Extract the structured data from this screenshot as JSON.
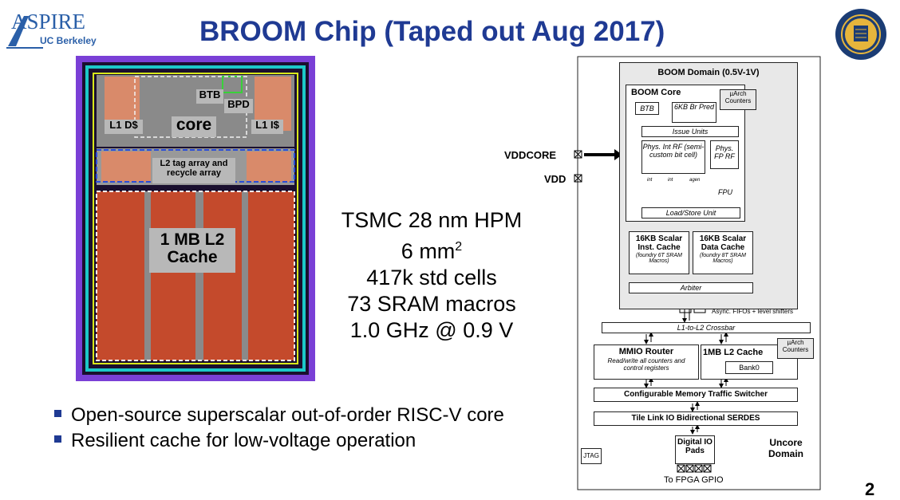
{
  "logo": {
    "name": "ASPIRE",
    "org": "UC Berkeley"
  },
  "title": "BROOM Chip (Taped out Aug 2017)",
  "die": {
    "labels": {
      "btb": "BTB",
      "bpd": "BPD",
      "l1d": "L1 D$",
      "core": "core",
      "l1i": "L1 I$",
      "l2tag": "L2 tag array and recycle array",
      "l2": "1 MB L2 Cache"
    }
  },
  "specs": {
    "process": "TSMC 28 nm HPM",
    "area_value": "6 mm",
    "area_exp": "2",
    "cells": "417k std cells",
    "sram": "73 SRAM macros",
    "freq": "1.0 GHz @ 0.9 V"
  },
  "bullets": [
    "Open-source superscalar out-of-order RISC-V core",
    "Resilient cache for low-voltage operation"
  ],
  "page_number": "2",
  "diagram": {
    "vddcore": "VDDCORE",
    "vdd": "VDD",
    "boom_domain": "BOOM Domain (0.5V-1V)",
    "boom_core": "BOOM Core",
    "uarch": "µArch Counters",
    "btb": "BTB",
    "br_pred": "6KB Br Pred",
    "issue": "Issue Units",
    "int_rf": "Phys. Int RF (semi-custom bit cell)",
    "fp_rf": "Phys. FP RF",
    "fu_int1": "int",
    "fu_int2": "int",
    "fu_agen": "agen",
    "fpu": "FPU",
    "lsu": "Load/Store Unit",
    "icache_title": "16KB Scalar Inst. Cache",
    "icache_sub": "(foundry 6T SRAM Macros)",
    "dcache_title": "16KB Scalar Data Cache",
    "dcache_sub": "(foundry 8T SRAM Macros)",
    "arbiter": "Arbiter",
    "async": "Async. FIFOs + level shifters",
    "crossbar": "L1-to-L2 Crossbar",
    "mmio": "MMIO Router",
    "mmio_sub": "Read/write all counters and control registers",
    "l2": "1MB L2 Cache",
    "uarch2": "µArch Counters",
    "bank": "Bank0",
    "switcher": "Configurable Memory Traffic Switcher",
    "serdes": "Tile Link IO Bidirectional SERDES",
    "jtag": "JTAG",
    "io_pads": "Digital IO Pads",
    "uncore": "Uncore Domain",
    "fpga": "To FPGA GPIO"
  }
}
